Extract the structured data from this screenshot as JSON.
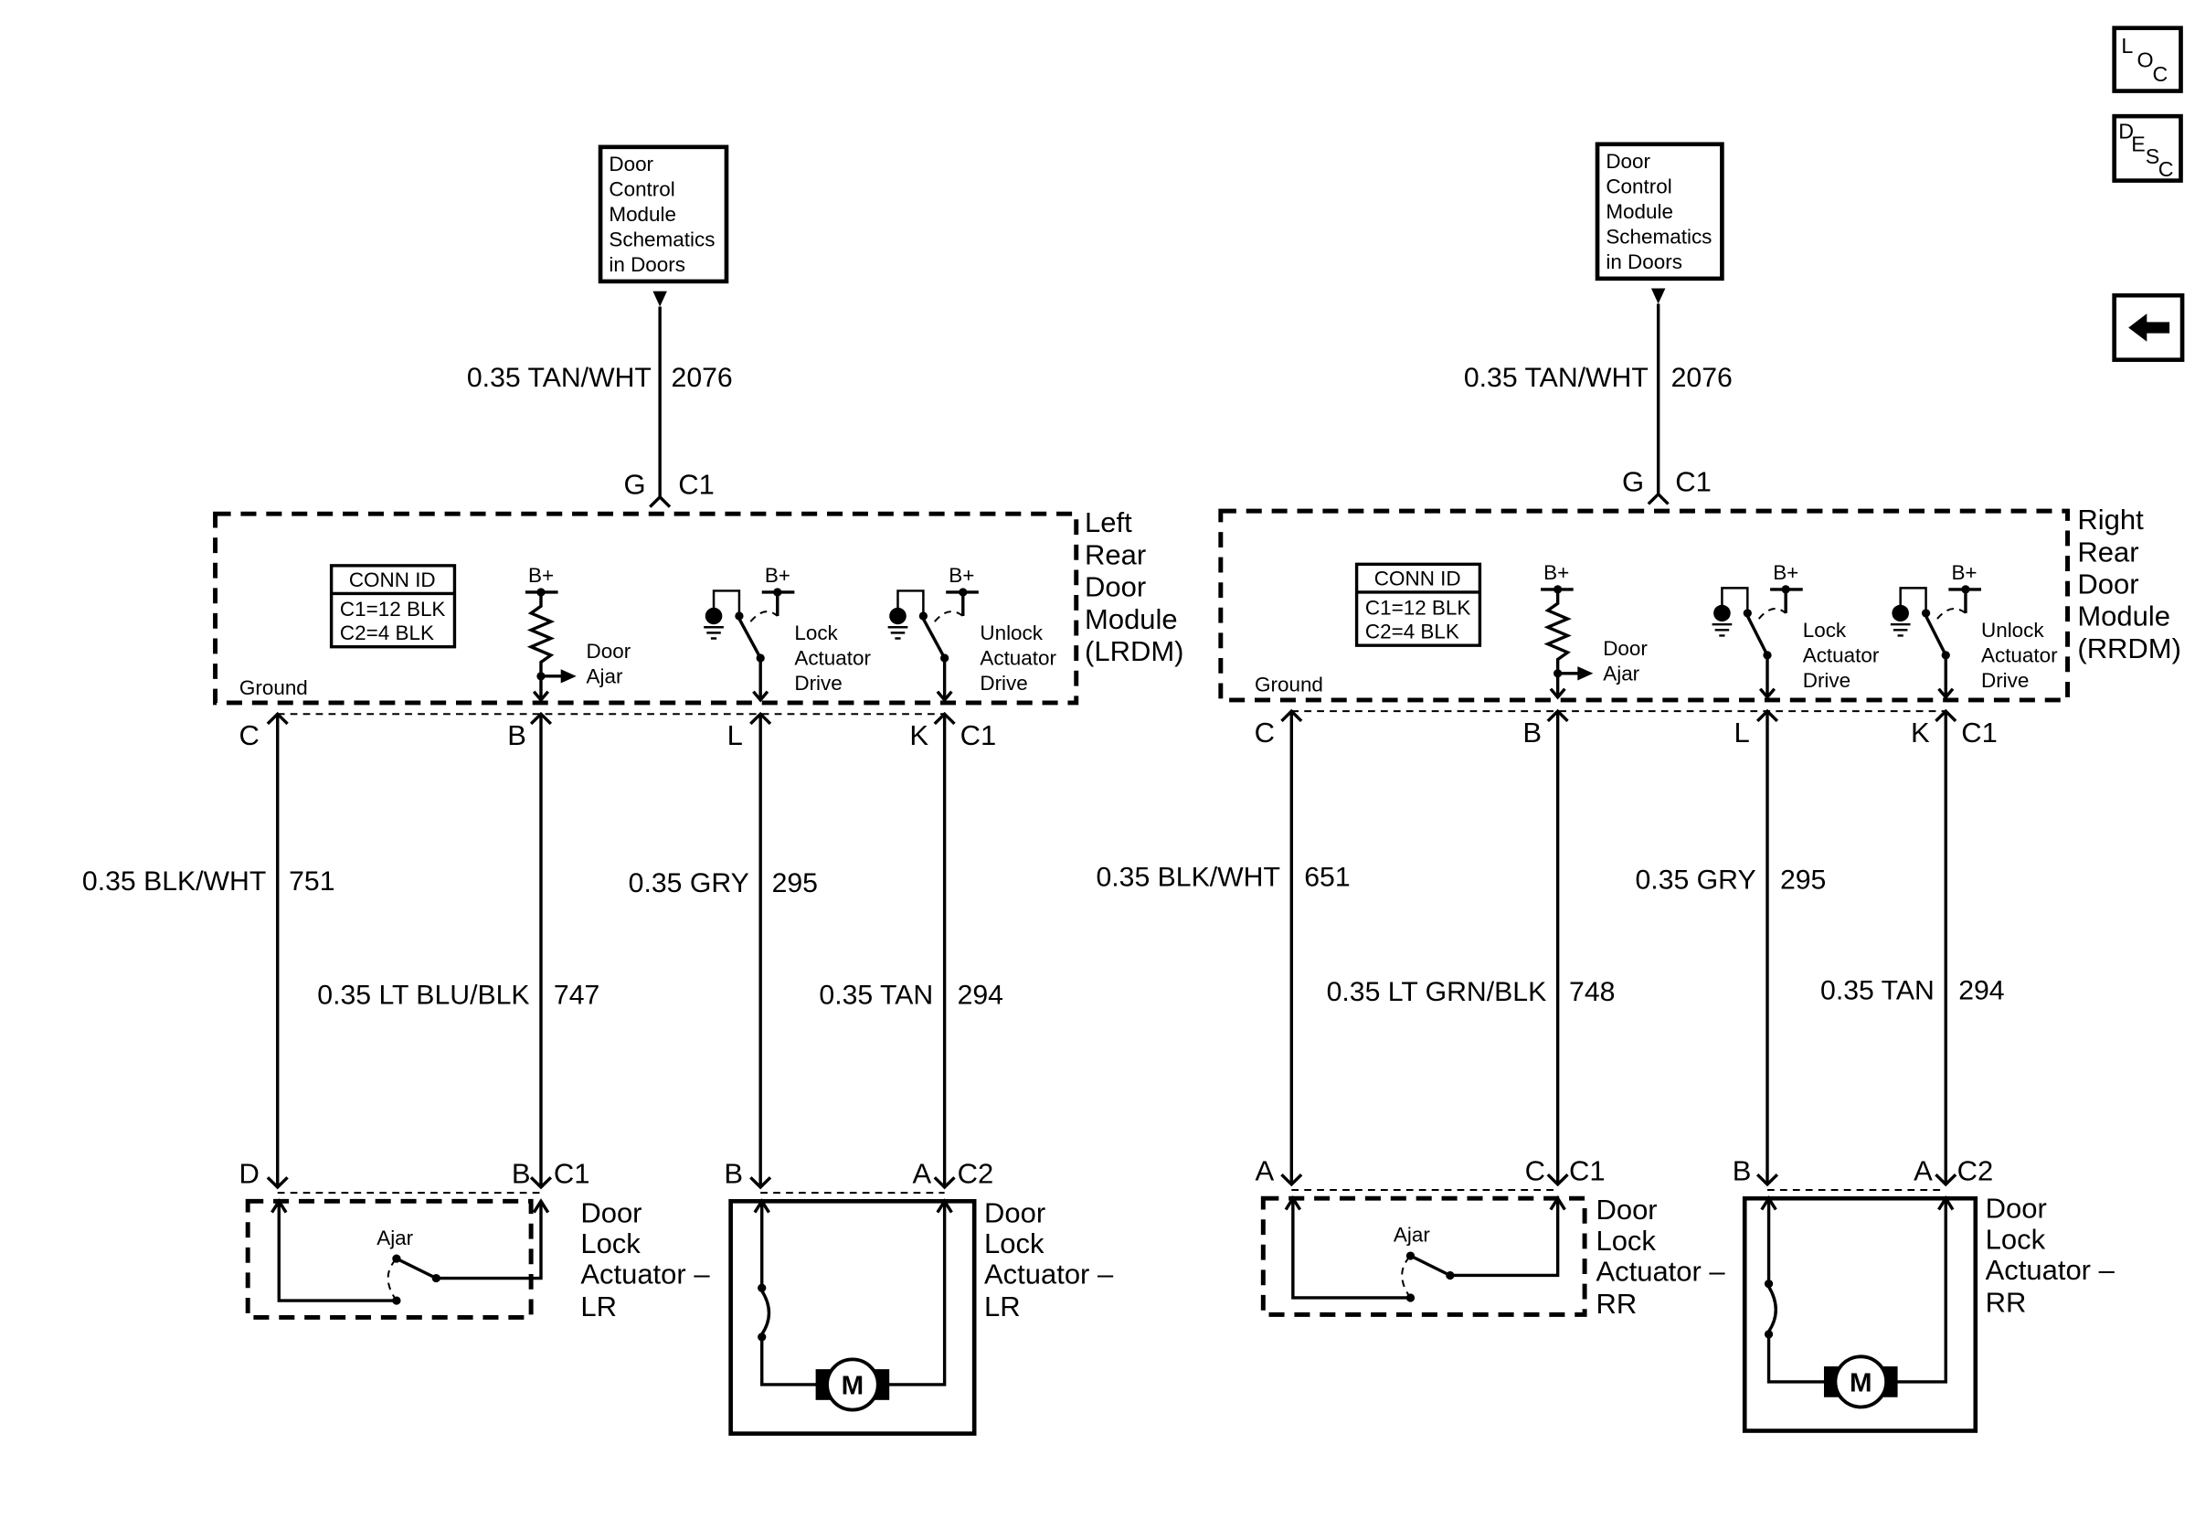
{
  "nav": {
    "loc": {
      "l": "L",
      "o": "O",
      "c": "C"
    },
    "desc": {
      "d": "D",
      "e": "E",
      "s": "S",
      "c": "C"
    },
    "back_glyph": "←"
  },
  "left": {
    "ref_box": [
      "Door",
      "Control",
      "Module",
      "Schematics",
      "in Doors"
    ],
    "feed_wire": {
      "gauge_color": "0.35 TAN/WHT",
      "circuit": "2076"
    },
    "feed_pin": "G",
    "feed_conn": "C1",
    "module_label": [
      "Left",
      "Rear",
      "Door",
      "Module",
      "(LRDM)"
    ],
    "conn_id": {
      "title": "CONN ID",
      "c1": "C1=12 BLK",
      "c2": "C2=4 BLK"
    },
    "bplus": "B+",
    "ground": "Ground",
    "door_ajar": [
      "Door",
      "Ajar"
    ],
    "lock_drive": [
      "Lock",
      "Actuator",
      "Drive"
    ],
    "unlock_drive": [
      "Unlock",
      "Actuator",
      "Drive"
    ],
    "top_pins": [
      "C",
      "B",
      "L",
      "K"
    ],
    "top_conn": "C1",
    "wires": [
      {
        "gauge_color": "0.35 BLK/WHT",
        "circuit": "751"
      },
      {
        "gauge_color": "0.35 LT BLU/BLK",
        "circuit": "747"
      },
      {
        "gauge_color": "0.35 GRY",
        "circuit": "295"
      },
      {
        "gauge_color": "0.35 TAN",
        "circuit": "294"
      }
    ],
    "ajar_pins": [
      "D",
      "B"
    ],
    "ajar_conn": "C1",
    "motor_pins": [
      "B",
      "A"
    ],
    "motor_conn": "C2",
    "ajar_text": "Ajar",
    "actuator1": [
      "Door",
      "Lock",
      "Actuator –",
      "LR"
    ],
    "actuator2": [
      "Door",
      "Lock",
      "Actuator –",
      "LR"
    ],
    "motor": "M"
  },
  "right": {
    "ref_box": [
      "Door",
      "Control",
      "Module",
      "Schematics",
      "in Doors"
    ],
    "feed_wire": {
      "gauge_color": "0.35 TAN/WHT",
      "circuit": "2076"
    },
    "feed_pin": "G",
    "feed_conn": "C1",
    "module_label": [
      "Right",
      "Rear",
      "Door",
      "Module",
      "(RRDM)"
    ],
    "conn_id": {
      "title": "CONN ID",
      "c1": "C1=12 BLK",
      "c2": "C2=4 BLK"
    },
    "bplus": "B+",
    "ground": "Ground",
    "door_ajar": [
      "Door",
      "Ajar"
    ],
    "lock_drive": [
      "Lock",
      "Actuator",
      "Drive"
    ],
    "unlock_drive": [
      "Unlock",
      "Actuator",
      "Drive"
    ],
    "top_pins": [
      "C",
      "B",
      "L",
      "K"
    ],
    "top_conn": "C1",
    "wires": [
      {
        "gauge_color": "0.35 BLK/WHT",
        "circuit": "651"
      },
      {
        "gauge_color": "0.35 LT GRN/BLK",
        "circuit": "748"
      },
      {
        "gauge_color": "0.35 GRY",
        "circuit": "295"
      },
      {
        "gauge_color": "0.35 TAN",
        "circuit": "294"
      }
    ],
    "ajar_pins": [
      "A",
      "C"
    ],
    "ajar_conn": "C1",
    "motor_pins": [
      "B",
      "A"
    ],
    "motor_conn": "C2",
    "ajar_text": "Ajar",
    "actuator1": [
      "Door",
      "Lock",
      "Actuator –",
      "RR"
    ],
    "actuator2": [
      "Door",
      "Lock",
      "Actuator –",
      "RR"
    ],
    "motor": "M"
  }
}
